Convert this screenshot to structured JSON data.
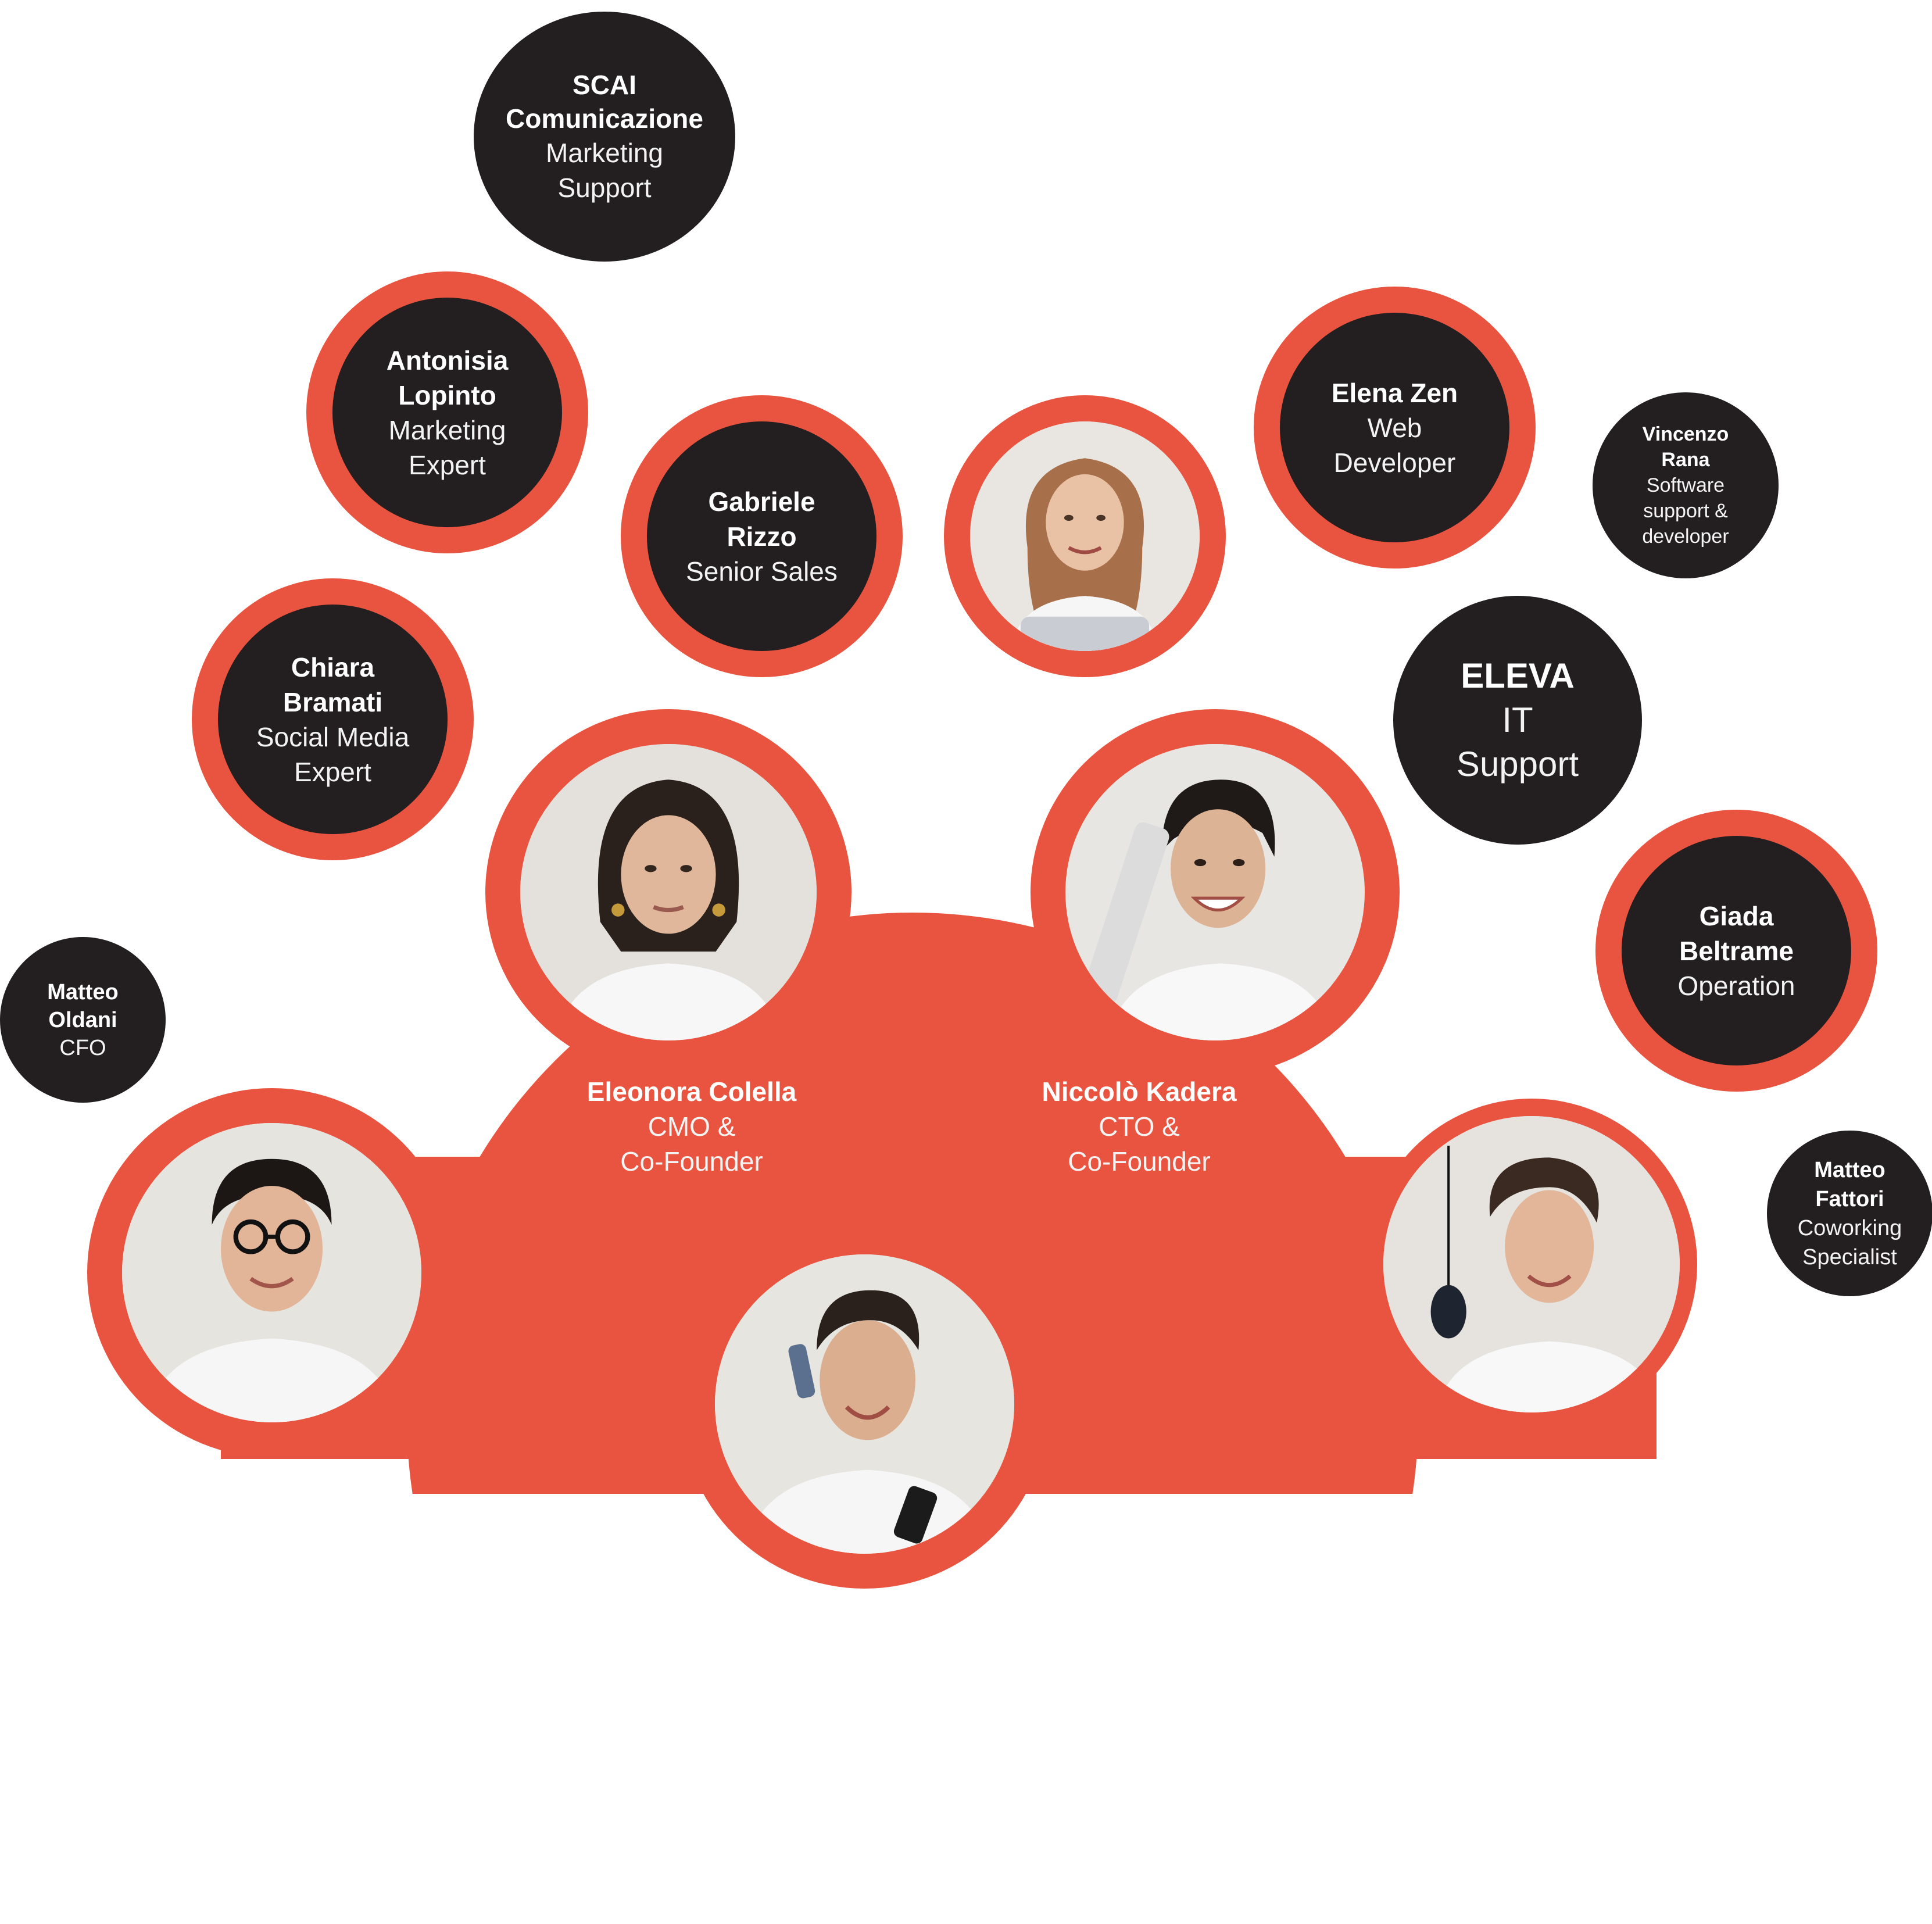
{
  "colors": {
    "accent": "#e8543f",
    "dark": "#231f20",
    "text": "#ffffff"
  },
  "team": {
    "scai": {
      "name_line1": "SCAI",
      "name_line2": "Comunicazione",
      "role_line1": "Marketing",
      "role_line2": "Support"
    },
    "antonisia": {
      "name_line1": "Antonisia",
      "name_line2": "Lopinto",
      "role_line1": "Marketing",
      "role_line2": "Expert"
    },
    "gabriele": {
      "name_line1": "Gabriele",
      "name_line2": "Rizzo",
      "role_line1": "Senior Sales"
    },
    "elena": {
      "name_line1": "Elena Zen",
      "role_line1": "Web",
      "role_line2": "Developer"
    },
    "vincenzo": {
      "name_line1": "Vincenzo",
      "name_line2": "Rana",
      "role_line1": "Software",
      "role_line2": "support &",
      "role_line3": "developer"
    },
    "chiara": {
      "name_line1": "Chiara",
      "name_line2": "Bramati",
      "role_line1": "Social Media",
      "role_line2": "Expert"
    },
    "eleva": {
      "name_line1": "ELEVA",
      "role_line1": "IT",
      "role_line2": "Support"
    },
    "giada": {
      "name_line1": "Giada",
      "name_line2": "Beltrame",
      "role_line1": "Operation"
    },
    "matteo_oldani": {
      "name_line1": "Matteo",
      "name_line2": "Oldani",
      "role_line1": "CFO"
    },
    "matteo_fattori": {
      "name_line1": "Matteo",
      "name_line2": "Fattori",
      "role_line1": "Coworking",
      "role_line2": "Specialist"
    },
    "eleonora": {
      "name": "Eleonora Colella",
      "role_line1": "CMO  &",
      "role_line2": "Co-Founder"
    },
    "niccolo": {
      "name": "Niccolò Kadera",
      "role_line1": "CTO  &",
      "role_line2": "Co-Founder"
    }
  }
}
